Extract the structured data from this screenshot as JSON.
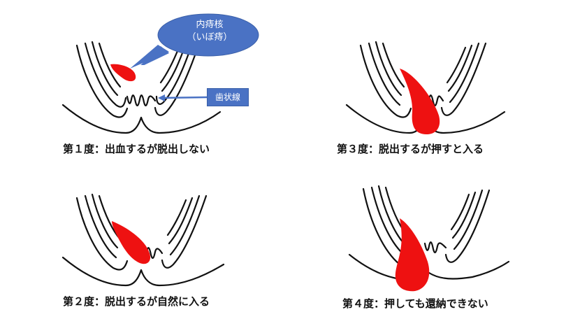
{
  "callouts": {
    "bubble_line1": "内痔核",
    "bubble_line2": "（いぼ痔）",
    "dentate_label": "歯状線"
  },
  "stages": [
    {
      "caption": "第１度：出血するが脱出しない"
    },
    {
      "caption": "第２度：脱出するが自然に入る"
    },
    {
      "caption": "第３度：脱出するが押すと入る"
    },
    {
      "caption": "第４度：押しても還納できない"
    }
  ],
  "colors": {
    "hemorrhoid": "#ee1111",
    "callout_fill": "#4a72c4",
    "line": "#111111"
  }
}
